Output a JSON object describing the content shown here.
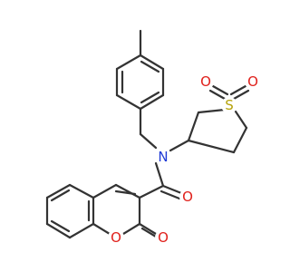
{
  "molecule": {
    "atoms": [
      {
        "id": "N",
        "element": "N",
        "label": "N",
        "color": "#1f3bd6"
      },
      {
        "id": "S",
        "element": "S",
        "label": "S",
        "color": "#b5a20a"
      },
      {
        "id": "O1",
        "element": "O",
        "label": "O",
        "color": "#e0201b"
      },
      {
        "id": "O2",
        "element": "O",
        "label": "O",
        "color": "#e0201b"
      },
      {
        "id": "O3",
        "element": "O",
        "label": "O",
        "color": "#e0201b"
      },
      {
        "id": "O4",
        "element": "O",
        "label": "O",
        "color": "#e0201b"
      },
      {
        "id": "O5",
        "element": "O",
        "label": "O",
        "color": "#e0201b"
      }
    ],
    "bond_color": "#333333"
  }
}
